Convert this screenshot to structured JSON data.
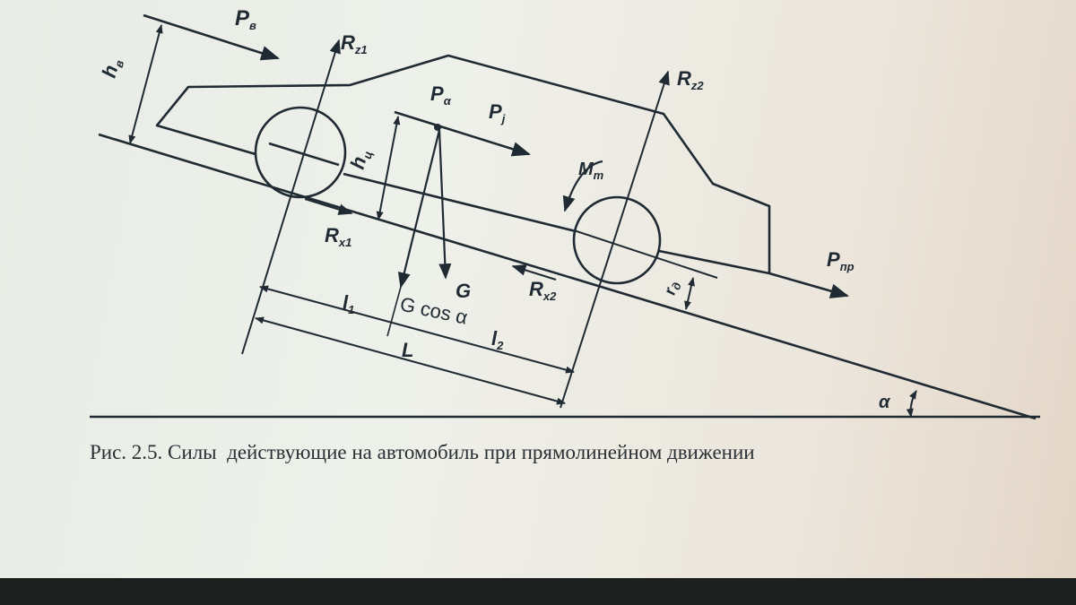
{
  "figure": {
    "labels": {
      "P_w": {
        "main": "P",
        "sub": "в"
      },
      "R_z1": {
        "main": "R",
        "sub": "z1"
      },
      "R_z2": {
        "main": "R",
        "sub": "z2"
      },
      "P_alpha": {
        "main": "P",
        "sub": "α"
      },
      "P_j": {
        "main": "P",
        "sub": "j"
      },
      "M_t": {
        "main": "M",
        "sub": "т"
      },
      "R_x1": {
        "main": "R",
        "sub": "x1"
      },
      "R_x2": {
        "main": "R",
        "sub": "x2"
      },
      "P_pr": {
        "main": "P",
        "sub": "пр"
      },
      "h_w": {
        "main": "h",
        "sub": "в"
      },
      "h_g": {
        "main": "h",
        "sub": "ц"
      },
      "r_d": {
        "main": "r",
        "sub": "д"
      },
      "G": "G",
      "G_cos": "G cos α",
      "l1": {
        "main": "l",
        "sub": "1"
      },
      "l2": {
        "main": "l",
        "sub": "2"
      },
      "L": "L",
      "alpha": "α"
    },
    "line_color": "#1f2a33",
    "caption": "Рис. 2.5. Силы  действующие на автомобиль при прямолинейном движении"
  }
}
